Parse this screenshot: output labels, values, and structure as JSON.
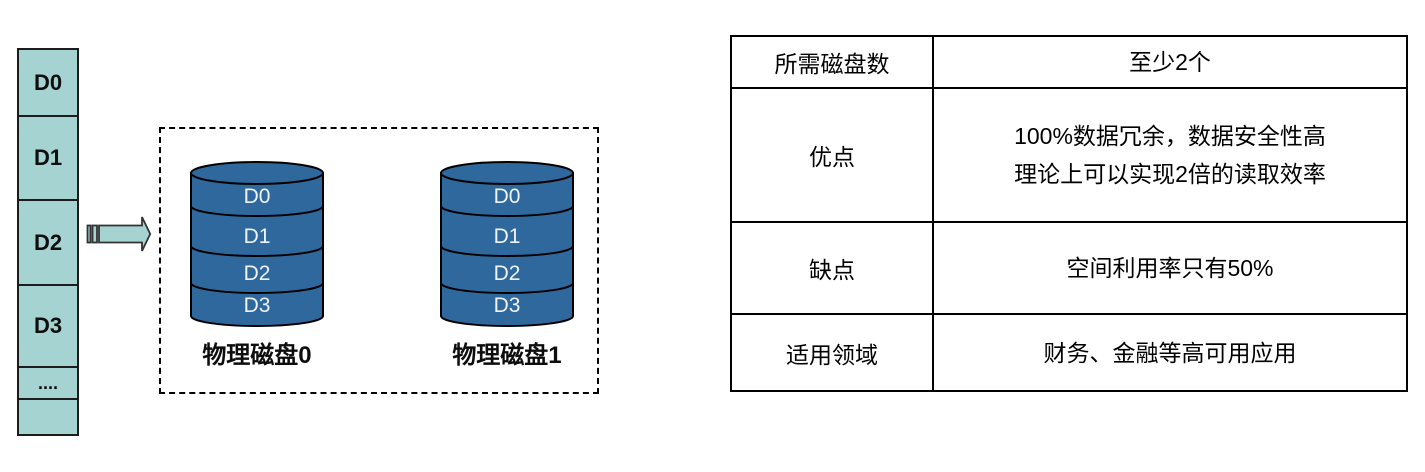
{
  "colors": {
    "host_block_fill": "#a5d3d1",
    "disk_fill": "#2f689c",
    "outline": "#1c1c1c",
    "table_border": "#000000"
  },
  "host_column": {
    "blocks": [
      "D0",
      "D1",
      "D2",
      "D3",
      "....",
      ""
    ]
  },
  "arrow": {
    "name": "striped-right-arrow"
  },
  "raid_group": {
    "disks": [
      {
        "label": "物理磁盘0",
        "segments": [
          "D0",
          "D1",
          "D2",
          "D3"
        ]
      },
      {
        "label": "物理磁盘1",
        "segments": [
          "D0",
          "D1",
          "D2",
          "D3"
        ]
      }
    ]
  },
  "table": {
    "rows": [
      {
        "label": "所需磁盘数",
        "lines": [
          "至少2个"
        ]
      },
      {
        "label": "优点",
        "lines": [
          "100%数据冗余，数据安全性高",
          "理论上可以实现2倍的读取效率"
        ]
      },
      {
        "label": "缺点",
        "lines": [
          "空间利用率只有50%"
        ]
      },
      {
        "label": "适用领域",
        "lines": [
          "财务、金融等高可用应用"
        ]
      }
    ]
  }
}
